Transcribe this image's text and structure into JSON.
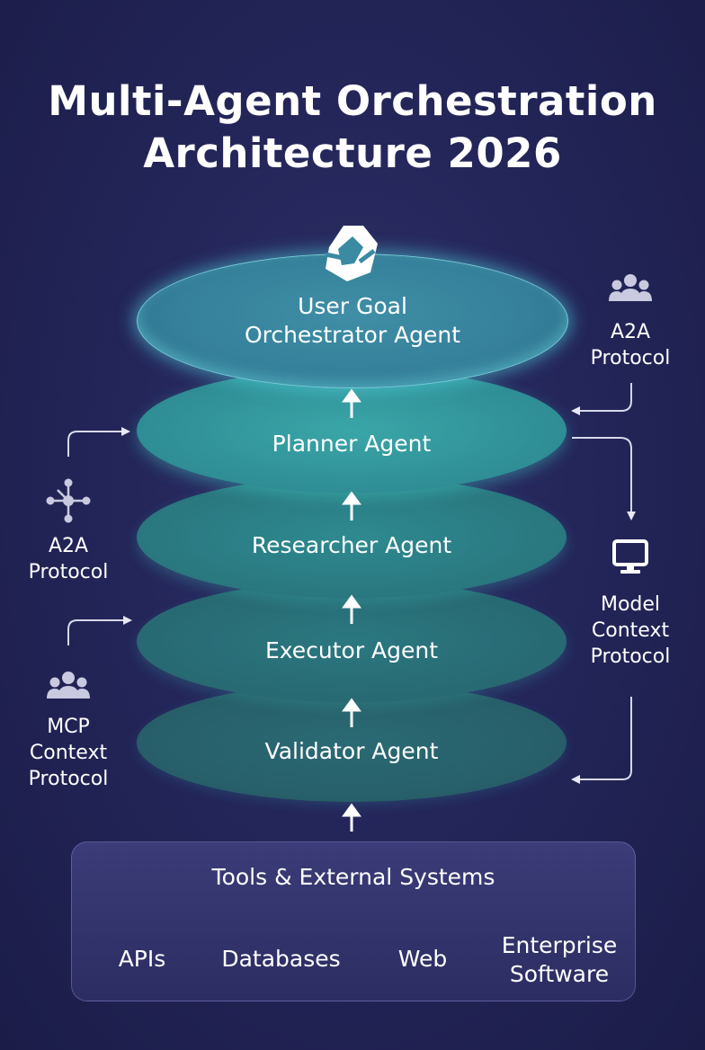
{
  "title": {
    "line1": "Multi-Agent Orchestration",
    "line2": "Architecture 2026"
  },
  "layers": {
    "user": {
      "line1": "User Goal",
      "line2": "Orchestrator Agent"
    },
    "planner": "Planner Agent",
    "researcher": "Researcher Agent",
    "executor": "Executor Agent",
    "validator": "Validator Agent"
  },
  "right_labels": {
    "a2a": {
      "line1": "A2A",
      "line2": "Protocol",
      "icon": "people-icon"
    },
    "mcp": {
      "line1": "Model",
      "line2": "Context",
      "line3": "Protocol",
      "icon": "monitor-icon"
    }
  },
  "left_labels": {
    "a2a": {
      "line1": "A2A",
      "line2": "Protocol",
      "icon": "network-icon"
    },
    "mcp": {
      "line1": "MCP",
      "line2": "Context",
      "line3": "Protocol",
      "icon": "people-icon"
    }
  },
  "tools": {
    "title": "Tools & External Systems",
    "items": [
      "APIs",
      "Databases",
      "Web"
    ],
    "enterprise": {
      "line1": "Enterprise",
      "line2": "Software"
    }
  },
  "colors": {
    "background": "#24265a",
    "accent_teal": "#3aa6a8",
    "glow": "#50d2dc",
    "panel": "#33346c"
  }
}
